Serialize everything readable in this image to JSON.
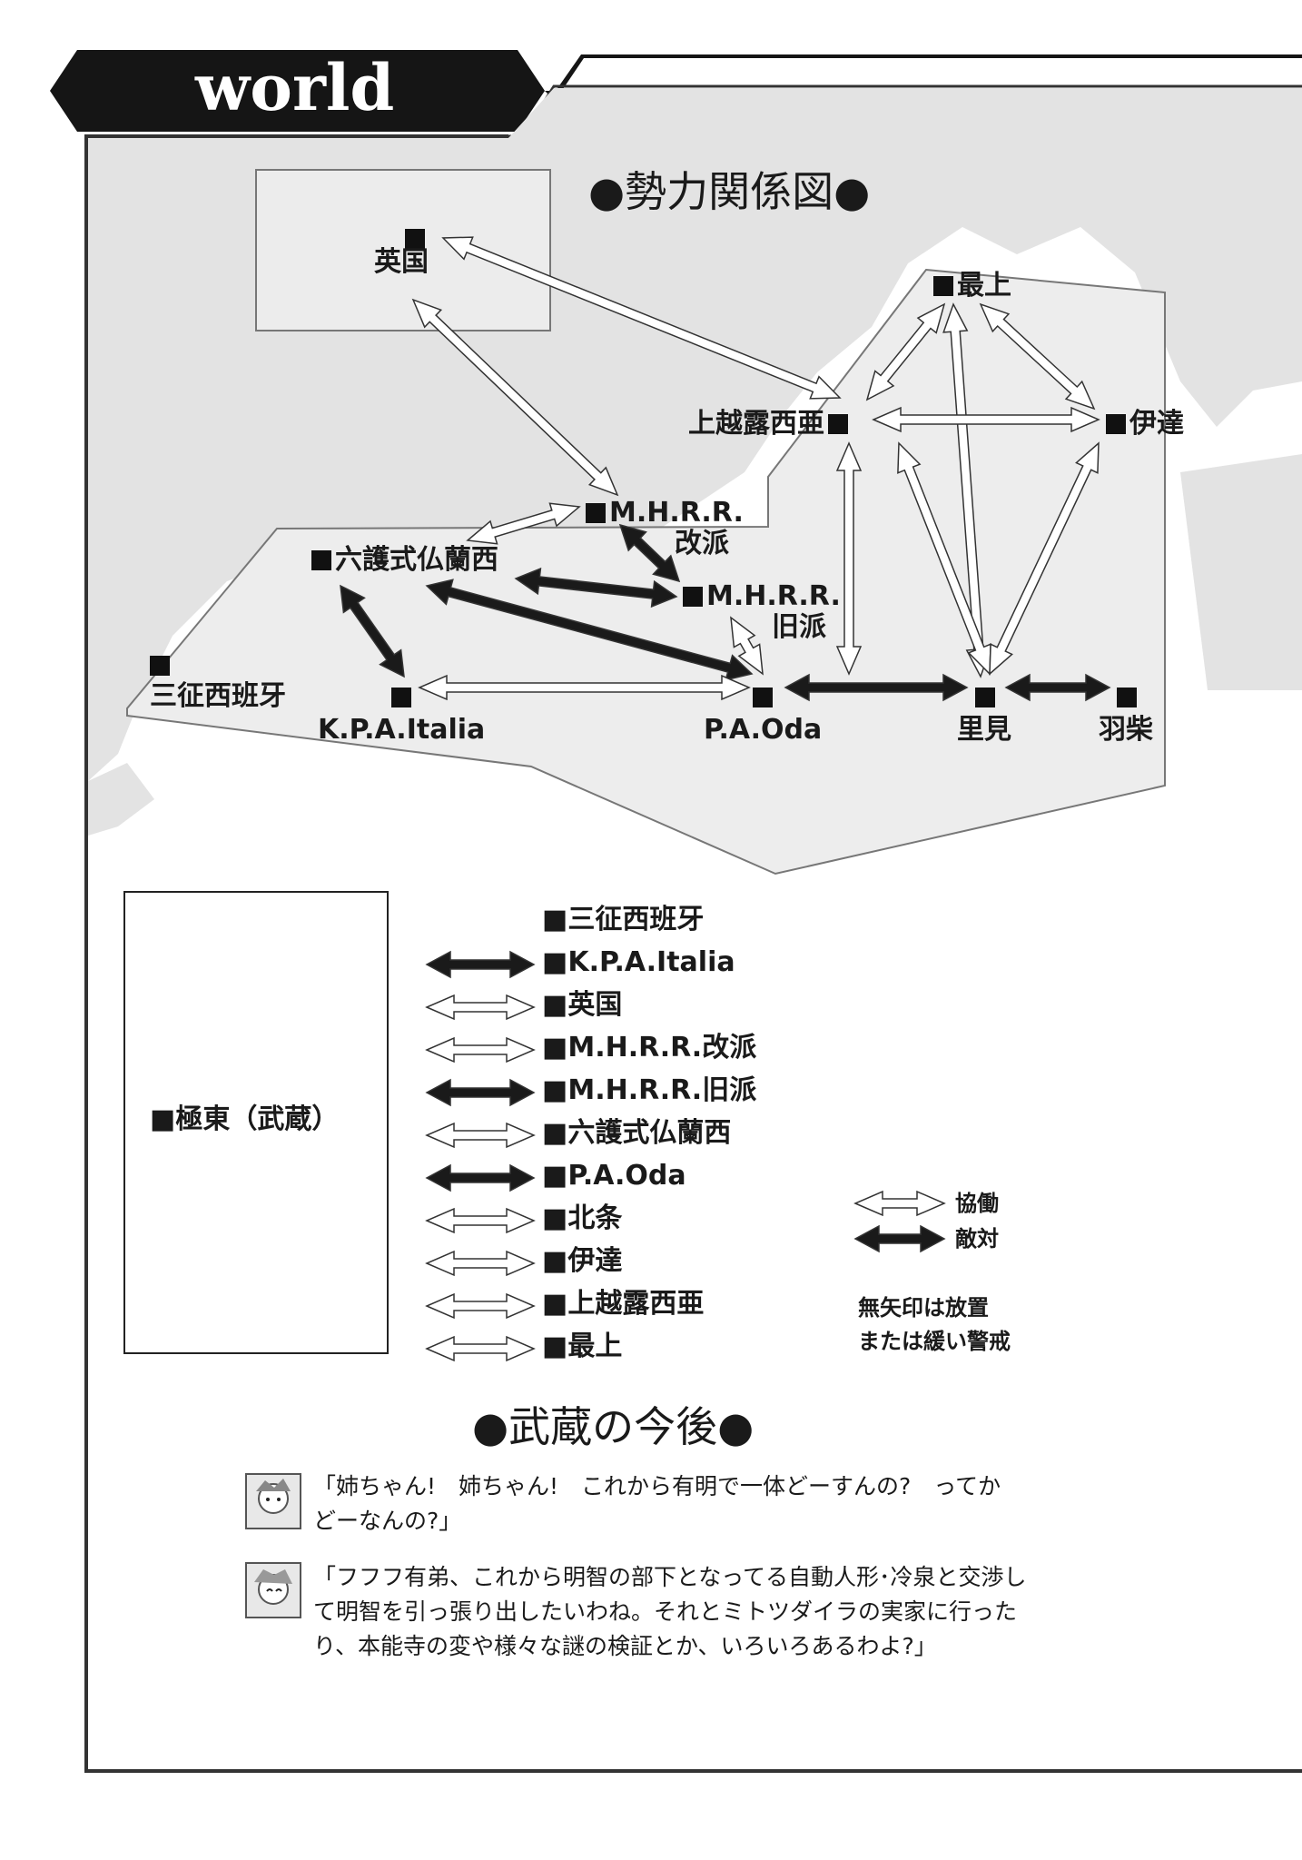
{
  "header": {
    "section": "world"
  },
  "map": {
    "title": "●勢力関係図●",
    "nodes": {
      "england": "英国",
      "mogami": "最上",
      "uesugi": "上越露西亜",
      "date": "伊達",
      "mhrr_new_1": "M.H.R.R.",
      "mhrr_new_2": "改派",
      "mhrr_old_1": "M.H.R.R.",
      "mhrr_old_2": "旧派",
      "rokugo": "六護式仏蘭西",
      "sanseispain": "三征西班牙",
      "kpa": "K.P.A.Italia",
      "pa_oda": "P.A.Oda",
      "satomi": "里見",
      "hashiba": "羽柴"
    }
  },
  "legend": {
    "center": "■極東（武蔵）",
    "items": [
      {
        "label": "■三征西班牙",
        "arrow": "none"
      },
      {
        "label": "■K.P.A.Italia",
        "arrow": "enemy"
      },
      {
        "label": "■英国",
        "arrow": "coop"
      },
      {
        "label": "■M.H.R.R.改派",
        "arrow": "coop"
      },
      {
        "label": "■M.H.R.R.旧派",
        "arrow": "enemy"
      },
      {
        "label": "■六護式仏蘭西",
        "arrow": "coop"
      },
      {
        "label": "■P.A.Oda",
        "arrow": "enemy"
      },
      {
        "label": "■北条",
        "arrow": "coop"
      },
      {
        "label": "■伊達",
        "arrow": "coop"
      },
      {
        "label": "■上越露西亜",
        "arrow": "coop"
      },
      {
        "label": "■最上",
        "arrow": "coop"
      }
    ],
    "key_coop": "協働",
    "key_enemy": "敵対",
    "note_1": "無矢印は放置",
    "note_2": "または緩い警戒"
  },
  "future": {
    "title": "●武蔵の今後●",
    "quote1_line1": "「姉ちゃん!　姉ちゃん!　これから有明で一体どーすんの?　ってか",
    "quote1_line2": "どーなんの?」",
    "quote2_line1": "「フフフ有弟、これから明智の部下となってる自動人形･冷泉と交渉し",
    "quote2_line2": "て明智を引っ張り出したいわね。それとミトツダイラの実家に行った",
    "quote2_line3": "り、本能寺の変や様々な謎の検証とか、いろいろあるわよ?」"
  },
  "colors": {
    "map_fill": "#e4e4e4",
    "region_fill": "#efefef",
    "enemy_arrow": "#1a1a1a",
    "coop_arrow": "#ffffff"
  }
}
